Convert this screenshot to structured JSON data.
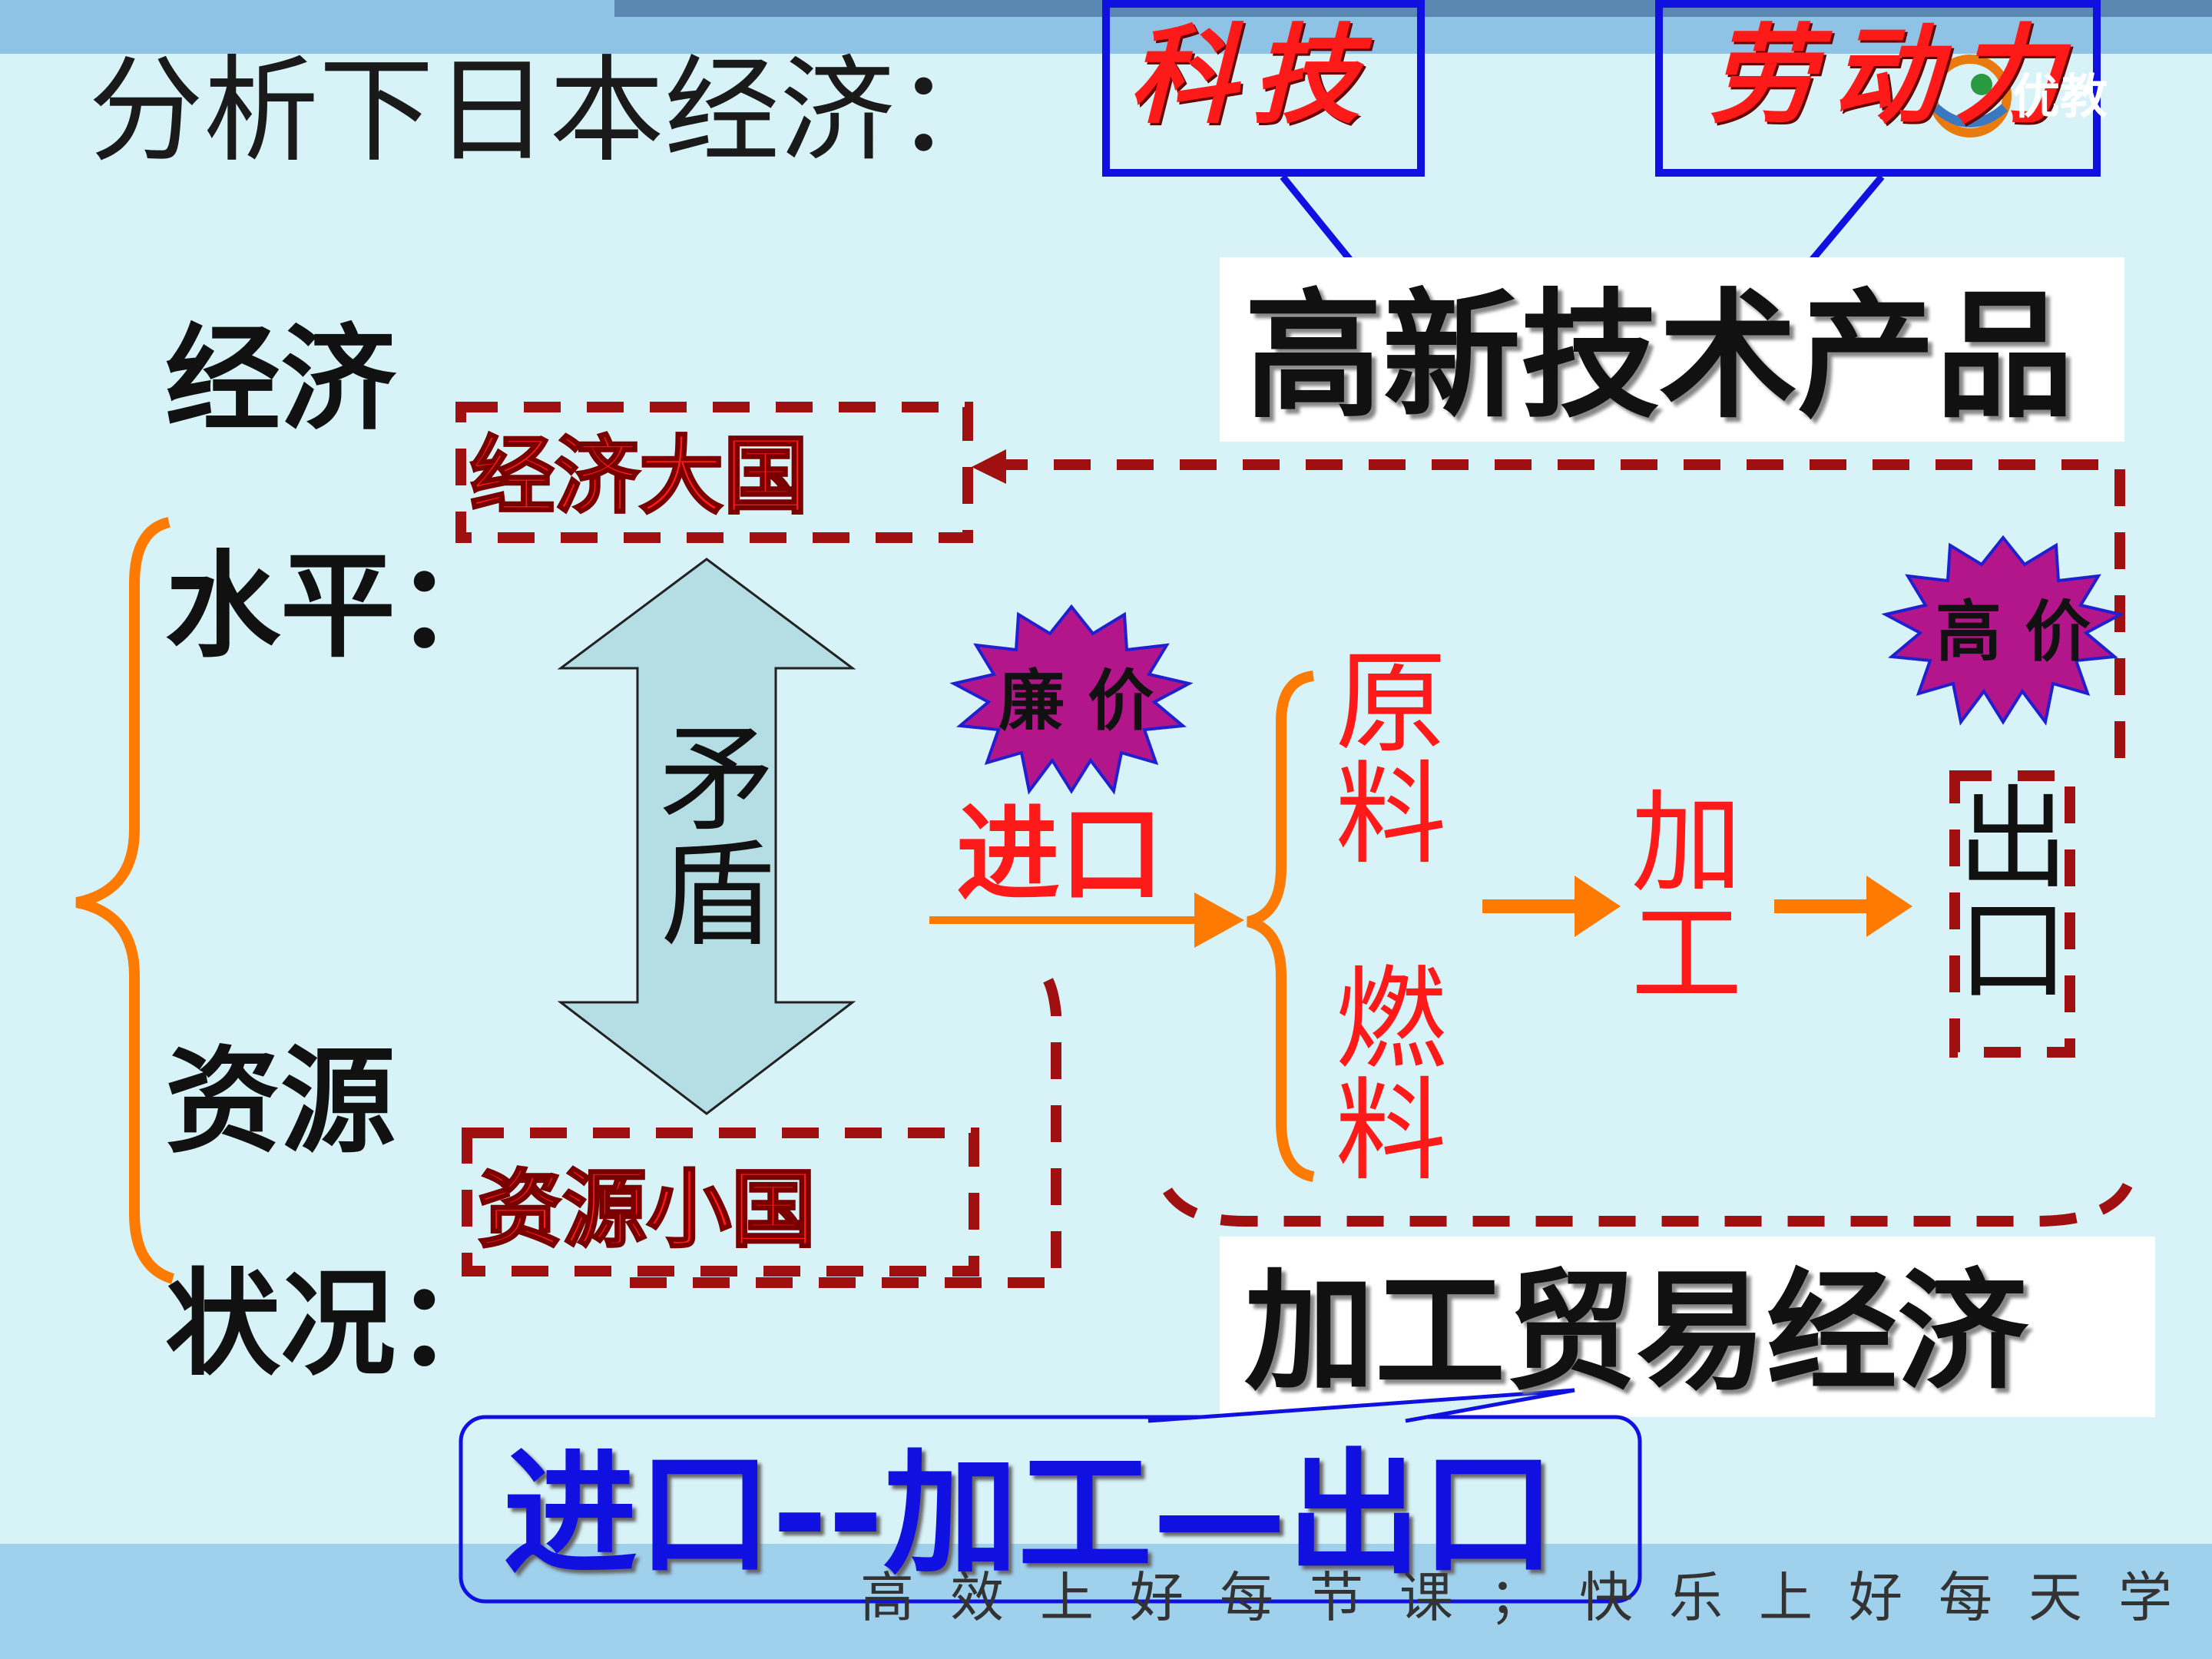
{
  "slide": {
    "title": "分析下日本经济：",
    "factor_tech": "科技",
    "factor_labor": "劳动力",
    "brand": "优教",
    "high_tech_products": "高新技术产品",
    "left_label_1": "经济",
    "left_label_2": "水平：",
    "left_label_3": "资源",
    "left_label_4": "状况：",
    "econ_power": "经济大国",
    "resource_small": "资源小国",
    "contradiction": "矛盾",
    "cheap_badge": "廉 价",
    "expensive_badge": "高 价",
    "import": "进口",
    "raw_material": "原料",
    "fuel": "燃料",
    "process": "加工",
    "export": "出口",
    "processing_trade": "加工贸易经济",
    "flow_summary": "进口--加工—出口",
    "footer_slogan": "高效上好每节课；快乐上好每天学"
  },
  "colors": {
    "background": "#d7f3f7",
    "header_bar": "#8ec3e6",
    "footer_bar": "#9fd0ec",
    "accent_red": "#ff1a1a",
    "dash_red": "#a01010",
    "bracket_orange": "#ff7a00",
    "blue": "#1010e0",
    "star_fill": "#b3168a"
  },
  "icons": [
    "arrow-up-down-icon",
    "star-badge-icon",
    "brand-logo-icon"
  ]
}
